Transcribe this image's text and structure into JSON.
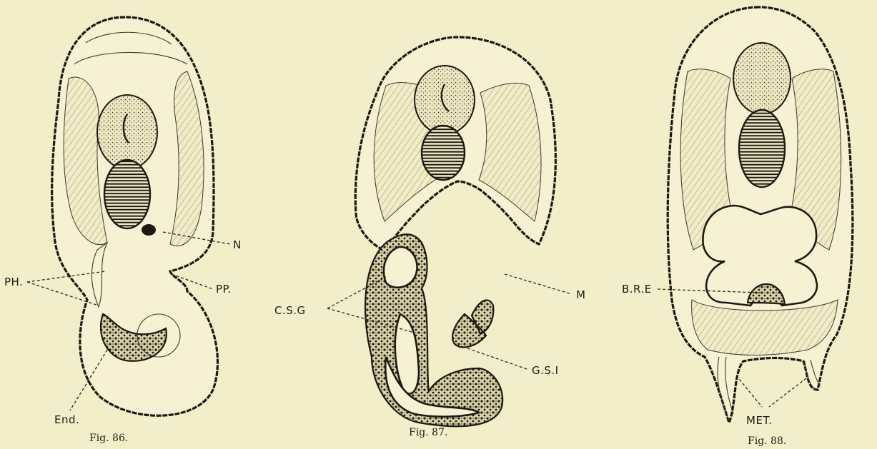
{
  "figures": [
    {
      "id": "fig86",
      "caption": "Fig. 86.",
      "labels": {
        "n": "N",
        "ph": "PH.",
        "pp": "PP.",
        "end": "End."
      }
    },
    {
      "id": "fig87",
      "caption": "Fig. 87.",
      "labels": {
        "csg": "C.S.G",
        "m": "M",
        "gsi": "G.S.I"
      }
    },
    {
      "id": "fig88",
      "caption": "Fig. 88.",
      "labels": {
        "bre": "B.R.E",
        "met": "MET."
      }
    }
  ]
}
